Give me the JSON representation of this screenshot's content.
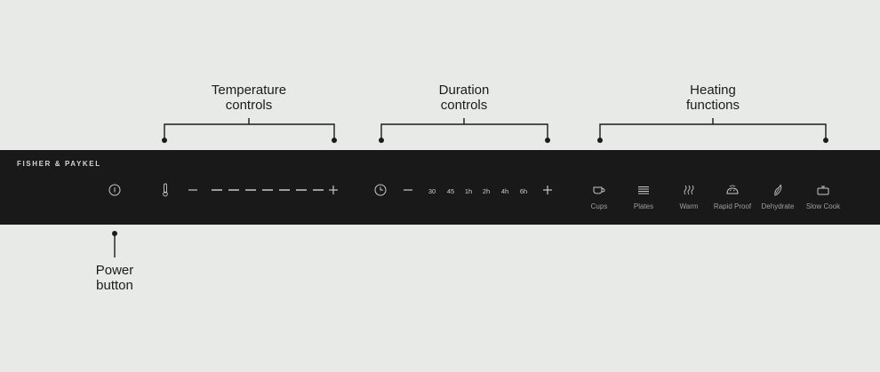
{
  "brand": "FISHER & PAYKEL",
  "callouts": {
    "temperature": {
      "line1": "Temperature",
      "line2": "controls"
    },
    "duration": {
      "line1": "Duration",
      "line2": "controls"
    },
    "heating": {
      "line1": "Heating",
      "line2": "functions"
    },
    "power": {
      "line1": "Power",
      "line2": "button"
    }
  },
  "duration_options": [
    "30",
    "45",
    "1h",
    "2h",
    "4h",
    "6h"
  ],
  "heating_functions": [
    {
      "label": "Cups",
      "icon": "cups-icon"
    },
    {
      "label": "Plates",
      "icon": "plates-icon"
    },
    {
      "label": "Warm",
      "icon": "warm-icon"
    },
    {
      "label": "Rapid Proof",
      "icon": "rapid-proof-icon"
    },
    {
      "label": "Dehydrate",
      "icon": "dehydrate-icon"
    },
    {
      "label": "Slow Cook",
      "icon": "slow-cook-icon"
    }
  ],
  "temperature_levels": 7,
  "colors": {
    "background": "#e8eae7",
    "panel": "#1a1919",
    "callout_line": "#1b1b1b",
    "control": "#c9c9c9"
  }
}
